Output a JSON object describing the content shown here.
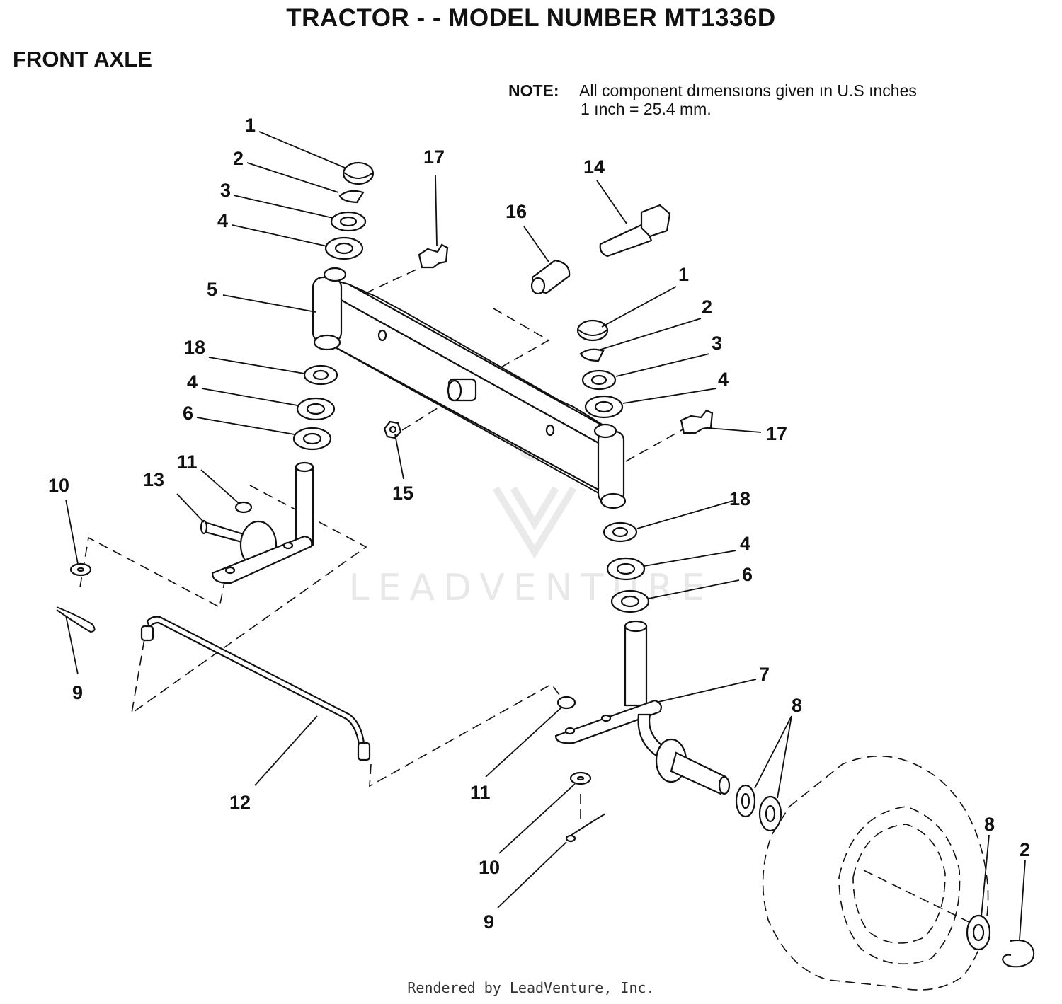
{
  "header": {
    "title": "TRACTOR - - MODEL NUMBER MT1336D",
    "section": "FRONT AXLE"
  },
  "note": {
    "label": "NOTE:",
    "line1": "All component dımensıons given ın U.S  ınches",
    "line2": "1 ınch = 25.4 mm."
  },
  "watermark": "LEADVENTURE",
  "footer": "Rendered by LeadVenture, Inc.",
  "callouts": [
    {
      "id": "c1a",
      "label": "1"
    },
    {
      "id": "c2a",
      "label": "2"
    },
    {
      "id": "c3a",
      "label": "3"
    },
    {
      "id": "c4a",
      "label": "4"
    },
    {
      "id": "c5",
      "label": "5"
    },
    {
      "id": "c18a",
      "label": "18"
    },
    {
      "id": "c4b",
      "label": "4"
    },
    {
      "id": "c6a",
      "label": "6"
    },
    {
      "id": "c11a",
      "label": "11"
    },
    {
      "id": "c13",
      "label": "13"
    },
    {
      "id": "c10a",
      "label": "10"
    },
    {
      "id": "c9a",
      "label": "9"
    },
    {
      "id": "c12",
      "label": "12"
    },
    {
      "id": "c17a",
      "label": "17"
    },
    {
      "id": "c16",
      "label": "16"
    },
    {
      "id": "c14",
      "label": "14"
    },
    {
      "id": "c15",
      "label": "15"
    },
    {
      "id": "c1b",
      "label": "1"
    },
    {
      "id": "c2b",
      "label": "2"
    },
    {
      "id": "c3b",
      "label": "3"
    },
    {
      "id": "c4c",
      "label": "4"
    },
    {
      "id": "c17b",
      "label": "17"
    },
    {
      "id": "c18b",
      "label": "18"
    },
    {
      "id": "c4d",
      "label": "4"
    },
    {
      "id": "c6b",
      "label": "6"
    },
    {
      "id": "c7",
      "label": "7"
    },
    {
      "id": "c8a",
      "label": "8"
    },
    {
      "id": "c11b",
      "label": "11"
    },
    {
      "id": "c10b",
      "label": "10"
    },
    {
      "id": "c9b",
      "label": "9"
    },
    {
      "id": "c8b",
      "label": "8"
    },
    {
      "id": "c2c",
      "label": "2"
    }
  ]
}
